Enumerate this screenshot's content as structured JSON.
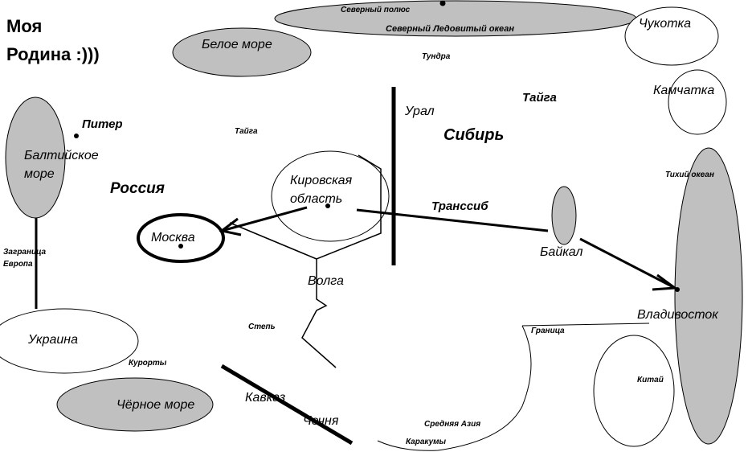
{
  "title": {
    "line1": "Моя",
    "line2": "Родина :)))"
  },
  "labels": {
    "north_pole": "Северный полюс",
    "arctic_ocean": "Северный Ледовитый океан",
    "tundra": "Тундра",
    "white_sea": "Белое море",
    "chukotka": "Чукотка",
    "kamchatka": "Камчатка",
    "piter": "Питер",
    "baltic_sea_1": "Балтийское",
    "baltic_sea_2": "море",
    "russia": "Россия",
    "taiga_west": "Тайга",
    "taiga_east": "Тайга",
    "ural": "Урал",
    "siberia": "Сибирь",
    "kirov_1": "Кировская",
    "kirov_2": "область",
    "transsib": "Транссиб",
    "moscow": "Москва",
    "baikal": "Байкал",
    "pacific": "Тихий океан",
    "abroad_1": "Заграница",
    "abroad_2": "Европа",
    "volga": "Волга",
    "ukraine": "Украина",
    "steppe": "Степь",
    "border": "Граница",
    "vladivostok": "Владивосток",
    "resorts": "Курорты",
    "china": "Китай",
    "black_sea": "Чёрное море",
    "caucasus": "Кавказ",
    "chechnya": "Чечня",
    "central_asia": "Средняя Азия",
    "karakum": "Каракумы"
  },
  "colors": {
    "gray": "#c0c0c0",
    "black": "#000000",
    "white": "#ffffff"
  }
}
